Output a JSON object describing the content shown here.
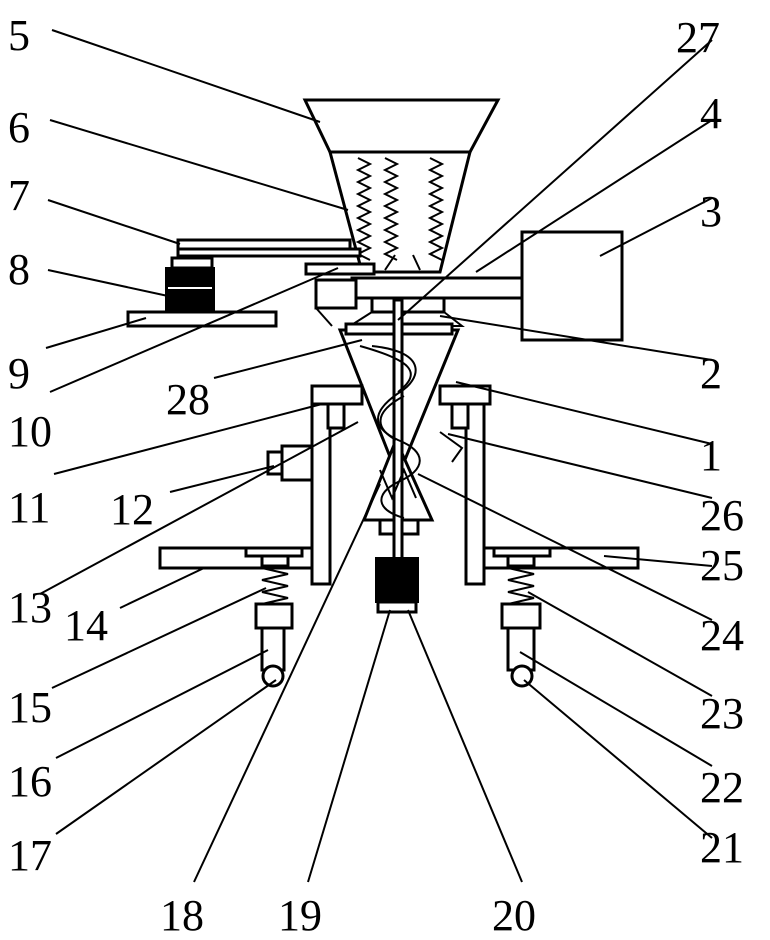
{
  "labels": [
    "1",
    "2",
    "3",
    "4",
    "5",
    "6",
    "7",
    "8",
    "9",
    "10",
    "11",
    "12",
    "13",
    "14",
    "15",
    "16",
    "17",
    "18",
    "19",
    "20",
    "21",
    "22",
    "23",
    "24",
    "25",
    "26",
    "27",
    "28"
  ],
  "colors": {
    "ink": "#000000",
    "background": "#ffffff"
  }
}
